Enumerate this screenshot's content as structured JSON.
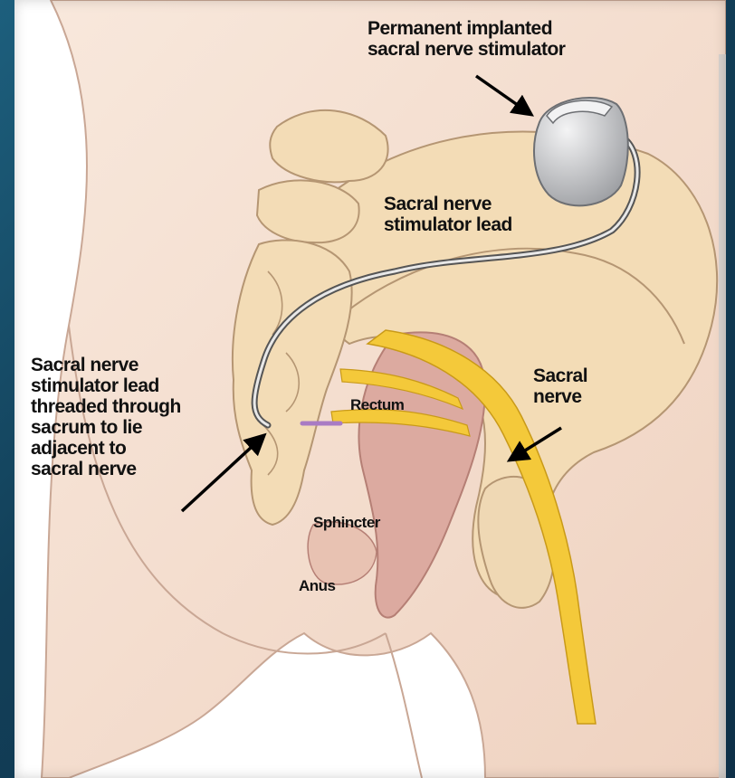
{
  "labels": {
    "implant": "Permanent implanted\nsacral nerve stimulator",
    "lead": "Sacral nerve\nstimulator lead",
    "lead_threaded": "Sacral nerve\nstimulator lead\nthreaded through\nsacrum to lie\nadjacent to\nsacral nerve",
    "sacral_nerve": "Sacral\nnerve",
    "rectum": "Rectum",
    "sphincter": "Sphincter",
    "anus": "Anus"
  },
  "colors": {
    "background": "#13425c",
    "skin": "#f6e1d2",
    "bone": "#f3dcb6",
    "nerve": "#f4c93a",
    "rectum": "#d9a69c",
    "stimulator": "#c9cacc"
  }
}
